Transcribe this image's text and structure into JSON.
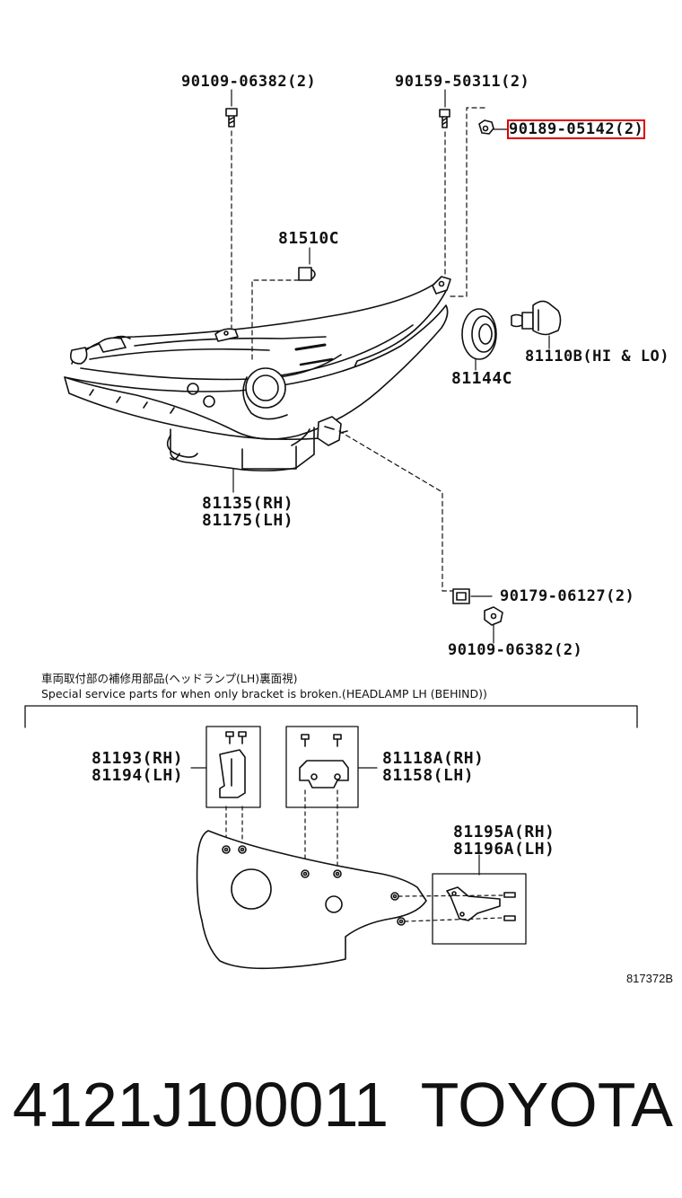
{
  "labels": {
    "bolt_top_left": "90109-06382(2)",
    "screw_top_mid": "90159-50311(2)",
    "nut_top_right": "90189-05142(2)",
    "bulb_small": "81510C",
    "headlamp_bulb": "81110B(HI & LO)",
    "bulb_cover": "81144C",
    "unit_rh": "81135(RH)",
    "unit_lh": "81175(LH)",
    "clip_bottom": "90179-06127(2)",
    "bolt_bottom": "90109-06382(2)",
    "bracket_a_rh": "81193(RH)",
    "bracket_a_lh": "81194(LH)",
    "bracket_b_rh": "81118A(RH)",
    "bracket_b_lh": "81158(LH)",
    "bracket_c_rh": "81195A(RH)",
    "bracket_c_lh": "81196A(LH)"
  },
  "notes": {
    "japanese": "車両取付部の補修用部品(ヘッドランプ(LH)裏面視)",
    "english": "Special service parts for when only bracket is broken.(HEADLAMP LH (BEHIND))"
  },
  "drawing_code": "817372B",
  "footer": {
    "part_number": "4121J100011",
    "brand": "TOYOTA"
  },
  "highlight_color": "#e00000"
}
